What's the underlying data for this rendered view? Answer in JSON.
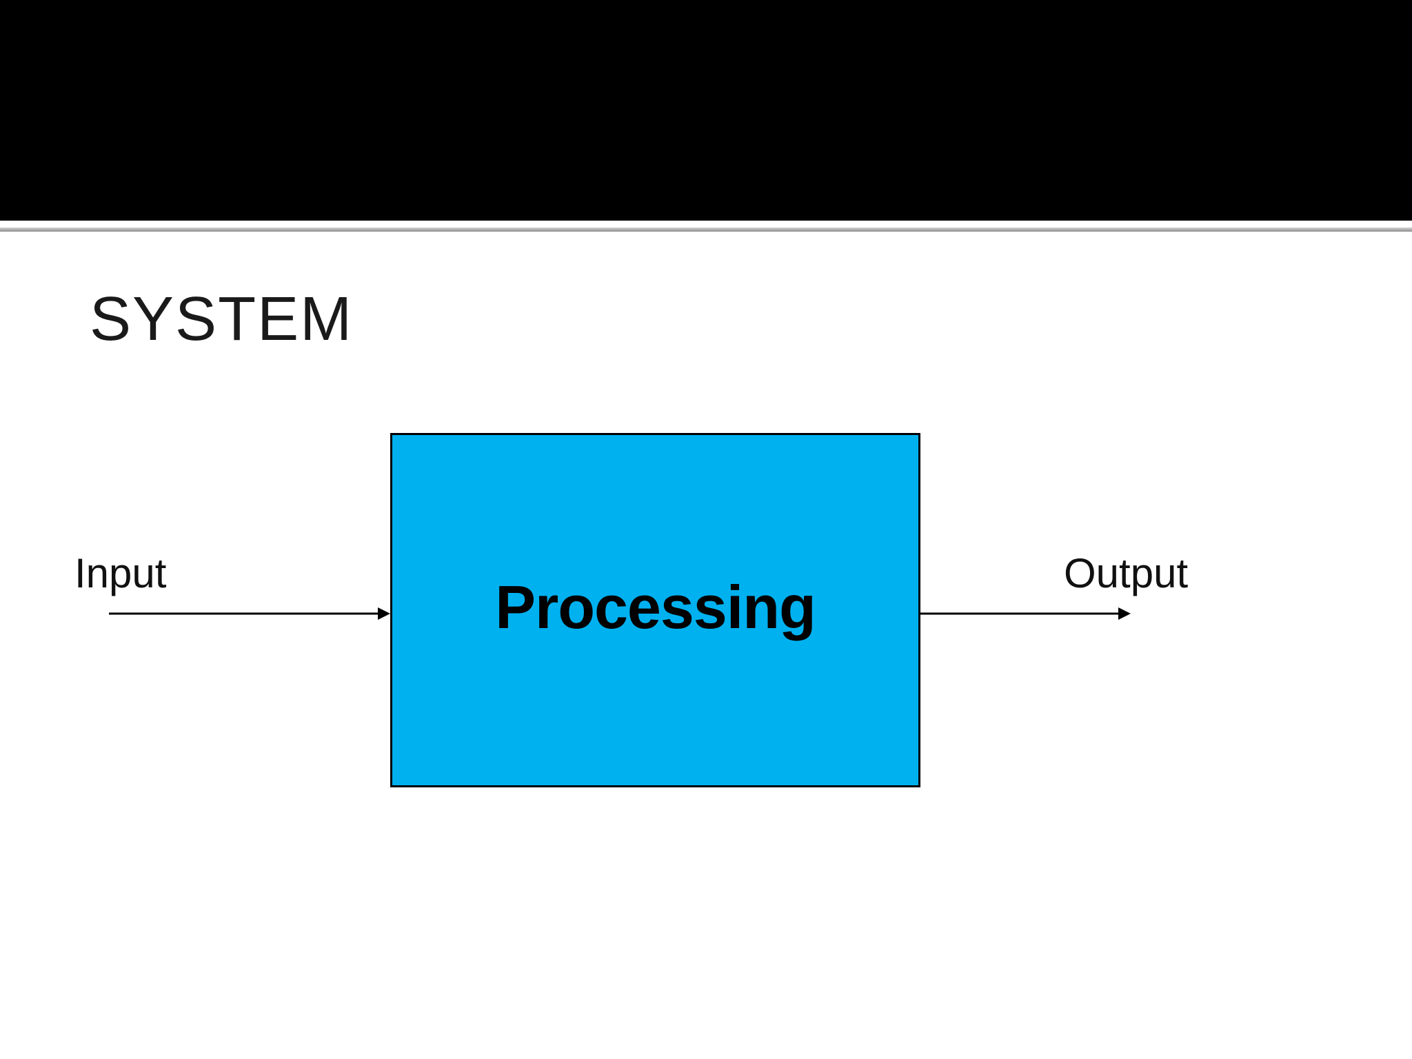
{
  "slide": {
    "title": "SYSTEM"
  },
  "diagram": {
    "input_label": "Input",
    "process_label": "Processing",
    "output_label": "Output",
    "flow": [
      "Input",
      "Processing",
      "Output"
    ]
  },
  "colors": {
    "header_band": "#000000",
    "divider_rule": "#9E9E9E",
    "process_fill": "#00B1F0",
    "process_border": "#000000",
    "arrow": "#000000",
    "title_text": "#1A1A1A",
    "label_text": "#111111"
  }
}
